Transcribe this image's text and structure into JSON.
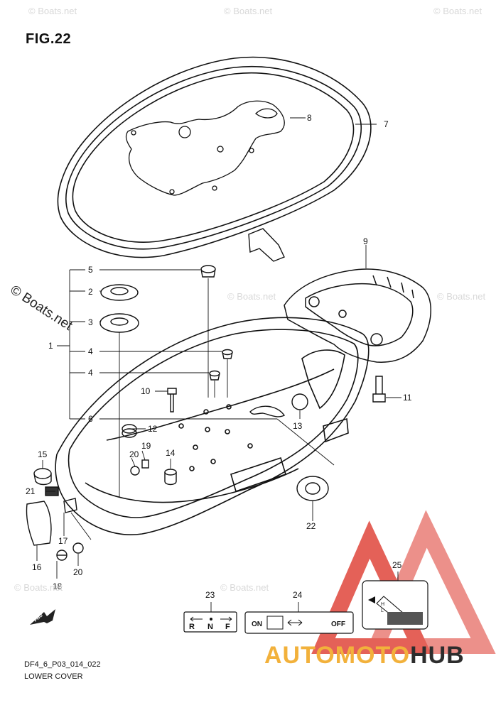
{
  "figure": {
    "label": "FIG.22",
    "code": "DF4_6_P03_014_022",
    "name": "LOWER COVER"
  },
  "watermark": {
    "text": "© Boats.net",
    "brand_a": "AUTOMOTO",
    "brand_b": "HUB"
  },
  "callouts": {
    "c1": "1",
    "c2": "2",
    "c3": "3",
    "c4a": "4",
    "c4b": "4",
    "c5": "5",
    "c6": "6",
    "c7": "7",
    "c8": "8",
    "c9": "9",
    "c10": "10",
    "c11": "11",
    "c12": "12",
    "c13": "13",
    "c14": "14",
    "c15": "15",
    "c16": "16",
    "c17": "17",
    "c18": "18",
    "c19": "19",
    "c20a": "20",
    "c20b": "20",
    "c21": "21",
    "c22": "22",
    "c23": "23",
    "c24": "24",
    "c25": "25"
  },
  "labels": {
    "shift_r": "R",
    "shift_n": "N",
    "shift_f": "F",
    "switch_on": "ON",
    "switch_off": "OFF",
    "fwd": "FWD",
    "oil_h": "H",
    "oil_l": "L"
  },
  "colors": {
    "logo_red": "#e0463c",
    "logo_gold": "#f2b13b",
    "ink": "#111111"
  }
}
